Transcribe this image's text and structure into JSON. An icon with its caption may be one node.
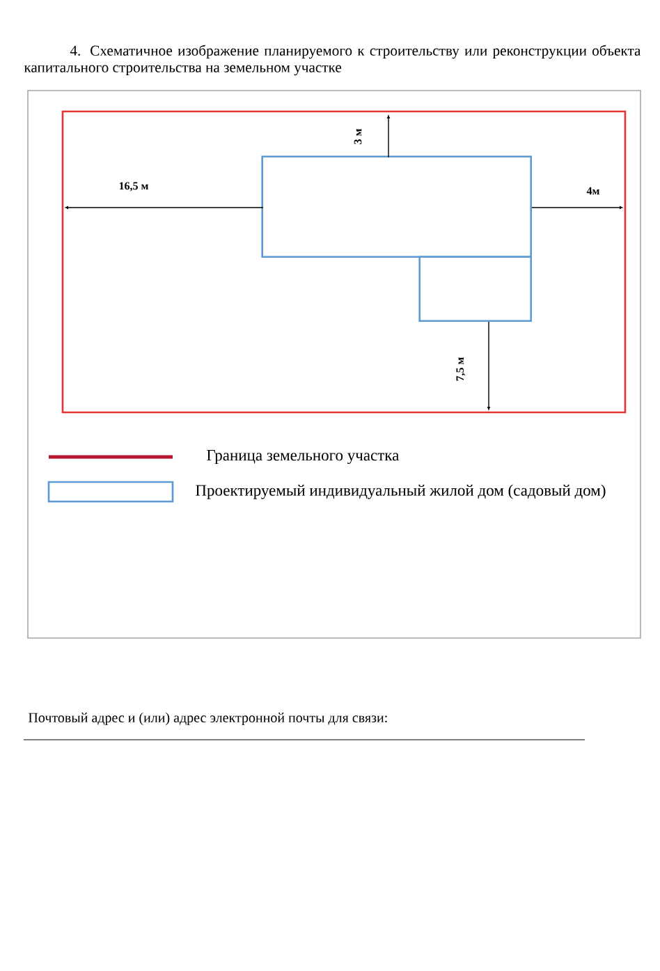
{
  "diagram": {
    "title": "4. Схематичное изображение планируемого к строительству или реконструкции объекта капитального строительства на земельном участке",
    "nodes": [
      {
        "text": [],
        "shape": "box"
      },
      {
        "text": [],
        "shape": "box",
        "in": 0
      },
      {
        "text": [],
        "shape": "box",
        "in": 0
      }
    ],
    "edges": [],
    "labels": [
      "3 м",
      "16,5 м",
      "4м",
      "7,5 м",
      "Почтовый адрес и (или) адрес электронной почты для связи:"
    ],
    "legend": [
      {
        "text": "Граница земельного участка"
      },
      {
        "text": "Проектируемый индивидуальный жилой дом (садовый дом)"
      }
    ]
  }
}
